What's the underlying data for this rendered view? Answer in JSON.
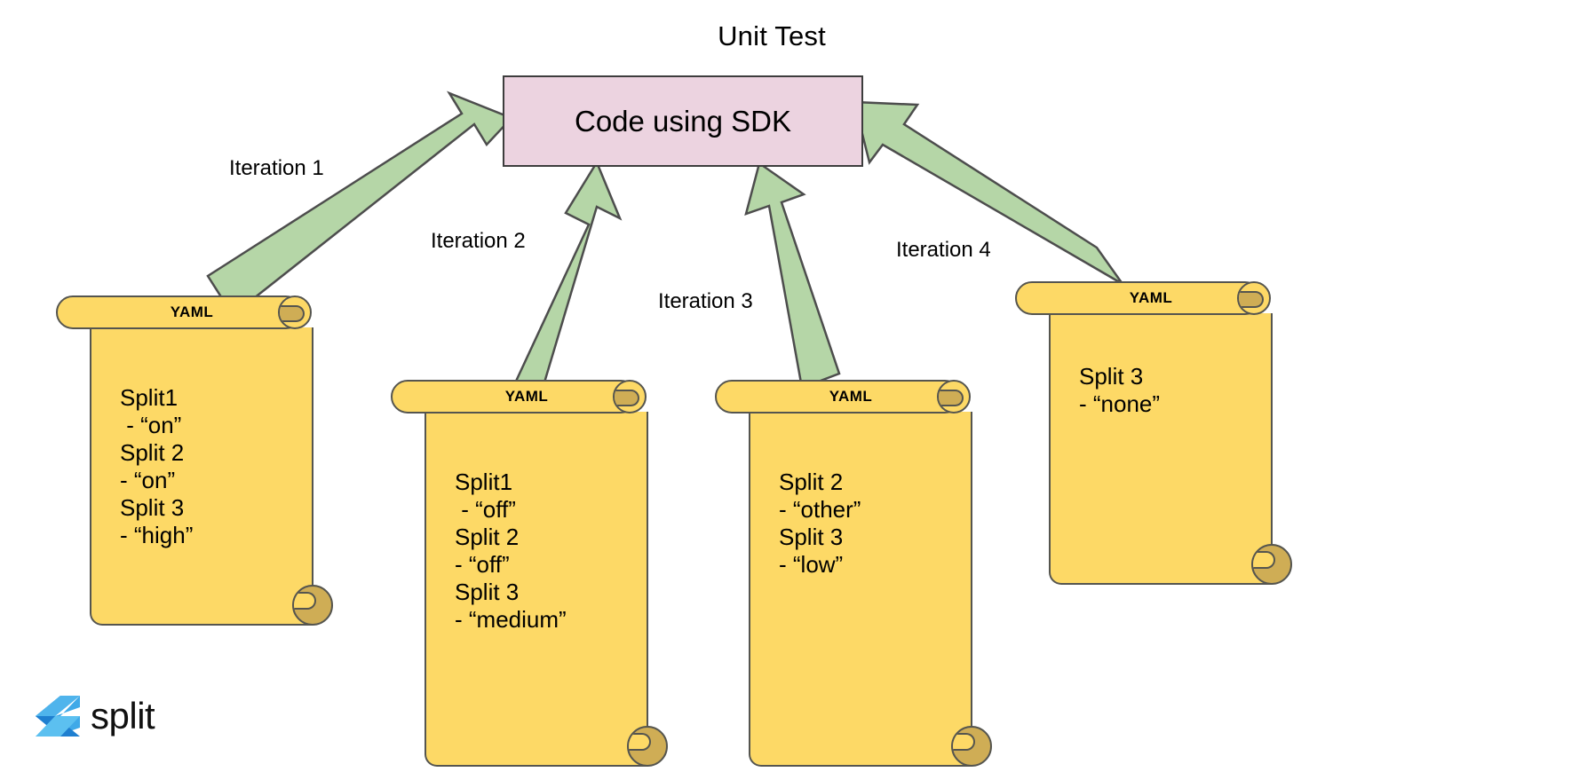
{
  "title": "Unit Test",
  "central_box": {
    "label": "Code using SDK",
    "fill": "#ecd3e0",
    "stroke": "#3d3d3d"
  },
  "arrows": {
    "fill": "#b5d6a7",
    "stroke": "#4d4d4d",
    "labels": [
      "Iteration 1",
      "Iteration 2",
      "Iteration 3",
      "Iteration 4"
    ]
  },
  "documents": [
    {
      "header": "YAML",
      "fill": "#fdd966",
      "stroke": "#55554f",
      "curl_fill": "#cfad55",
      "lines": [
        "Split1",
        " - “on”",
        "Split 2",
        "- “on”",
        "Split 3",
        "- “high”"
      ]
    },
    {
      "header": "YAML",
      "fill": "#fdd966",
      "stroke": "#55554f",
      "curl_fill": "#cfad55",
      "lines": [
        "Split1",
        " - “off”",
        "Split 2",
        "- “off”",
        "Split 3",
        "- “medium”"
      ]
    },
    {
      "header": "YAML",
      "fill": "#fdd966",
      "stroke": "#55554f",
      "curl_fill": "#cfad55",
      "lines": [
        "Split 2",
        "- “other”",
        "Split 3",
        "- “low”"
      ]
    },
    {
      "header": "YAML",
      "fill": "#fdd966",
      "stroke": "#55554f",
      "curl_fill": "#cfad55",
      "lines": [
        "Split 3",
        "- “none”"
      ]
    }
  ],
  "logo": {
    "wordmark": "split",
    "color_light": "#4fb4ec",
    "color_dark": "#1a6fc4"
  }
}
